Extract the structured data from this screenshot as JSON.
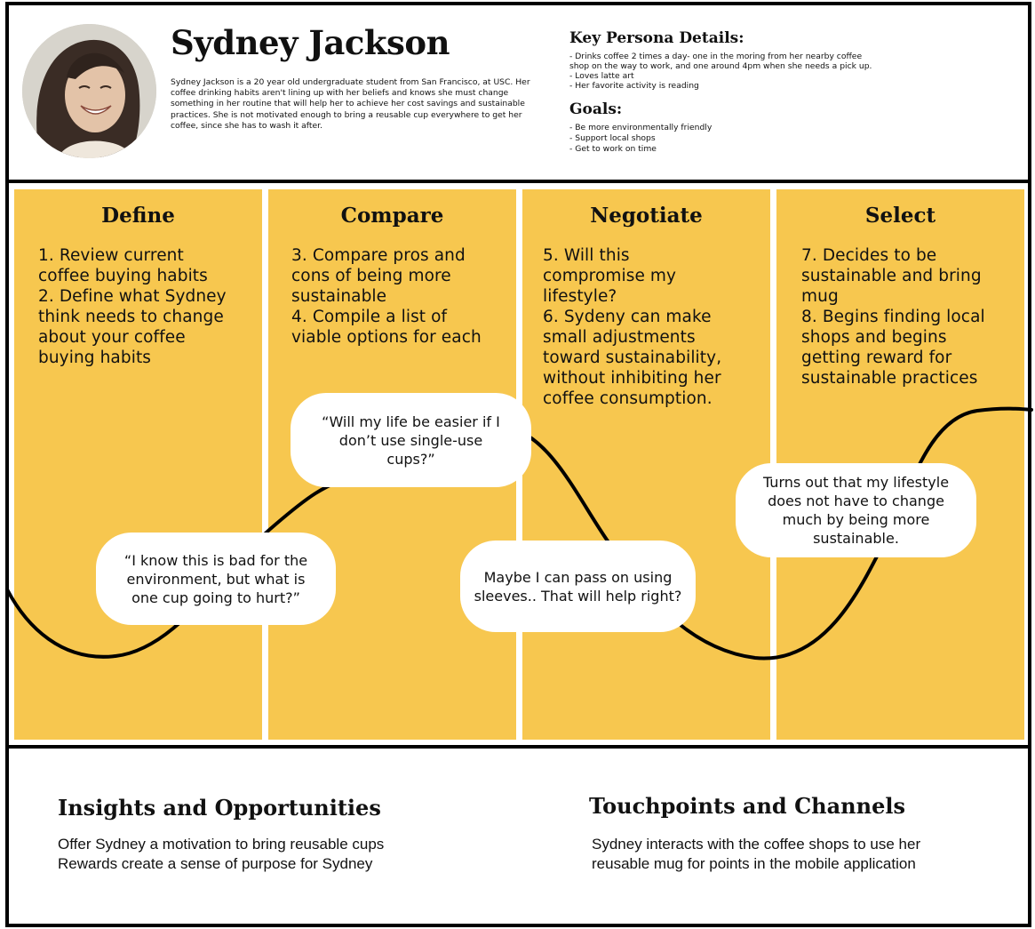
{
  "persona": {
    "name": "Sydney Jackson",
    "bio": "Sydney Jackson is a 20 year old undergraduate student from San Francisco, at USC. Her coffee drinking habits aren't lining up with her beliefs and knows she must change something in her routine that will help her to achieve her cost savings and sustainable practices. She is not motivated enough to bring a reusable cup everywhere to get her coffee, since she has to wash it after."
  },
  "key_details": {
    "title": "Key Persona Details:",
    "items": [
      "-  Drinks coffee 2 times a day- one in the moring from her nearby coffee",
      "shop on the way to work, and one around 4pm when she needs a pick up.",
      "- Loves latte art",
      "- Her favorite activity is reading"
    ]
  },
  "goals": {
    "title": "Goals:",
    "items": [
      "- Be more environmentally friendly",
      "- Support local shops",
      "- Get to work on time"
    ]
  },
  "stages": [
    {
      "title": "Define",
      "lines": [
        "1. Review current",
        "coffee buying habits",
        "2. Define what Sydney",
        "think needs to change",
        "about your coffee",
        "buying habits"
      ]
    },
    {
      "title": "Compare",
      "lines": [
        "3. Compare pros and",
        "cons of being more",
        "sustainable",
        "4. Compile a list of",
        "viable options for each"
      ]
    },
    {
      "title": "Negotiate",
      "lines": [
        "5. Will this",
        "compromise my",
        "lifestyle?",
        "6. Sydeny can make",
        "small adjustments",
        "toward sustainability,",
        "without inhibiting her",
        "coffee consumption."
      ]
    },
    {
      "title": "Select",
      "lines": [
        "7. Decides to be",
        "sustainable and bring",
        "mug",
        "8. Begins finding local",
        "shops and begins",
        "getting reward for",
        "sustainable practices"
      ]
    }
  ],
  "quotes": [
    [
      "“I know this is bad for the",
      "environment, but what is",
      "one cup going to hurt?”"
    ],
    [
      "“Will my life be easier if I",
      "don’t use single-use",
      "cups?”"
    ],
    [
      "Maybe I can pass on using",
      "sleeves.. That will help right?"
    ],
    [
      "Turns out that my lifestyle",
      "does not have to change",
      "much by being more",
      "sustainable."
    ]
  ],
  "insights": {
    "title": "Insights and Opportunities",
    "lines": [
      "Offer Sydney a motivation to bring reusable cups",
      "Rewards create a sense of purpose for Sydney"
    ]
  },
  "touchpoints": {
    "title": "Touchpoints and Channels",
    "lines": [
      "Sydney interacts with the coffee shops to use her",
      "reusable mug for points in the mobile application"
    ]
  },
  "colors": {
    "stage_fill": "#f7c74f",
    "border": "#000000",
    "bubble": "#ffffff"
  }
}
